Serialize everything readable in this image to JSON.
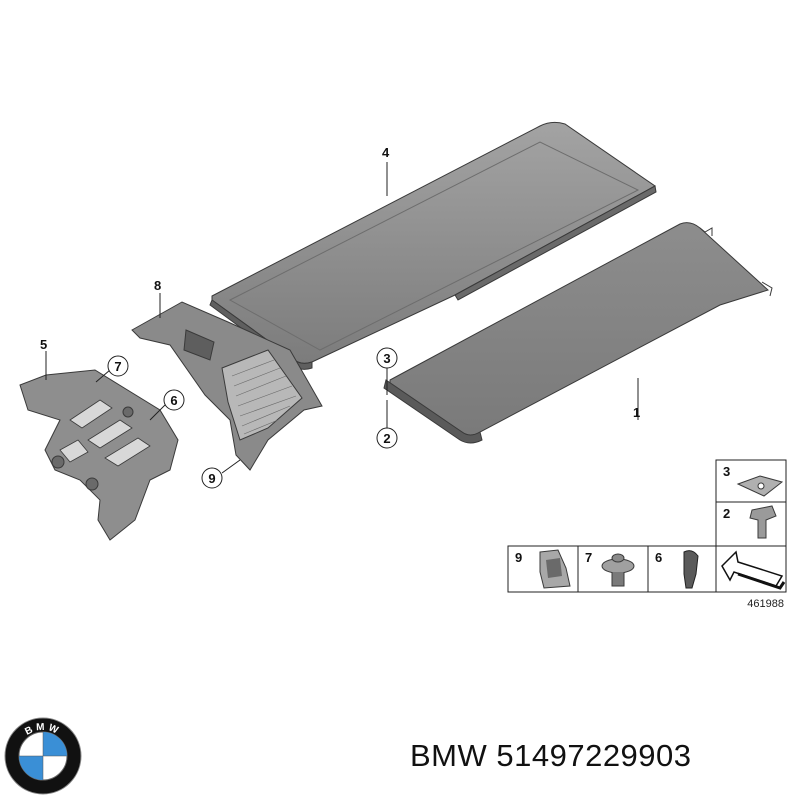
{
  "callouts": {
    "part1": "1",
    "part2": "2",
    "part3": "3",
    "part4": "4",
    "part5": "5",
    "part6": "6",
    "part7": "7",
    "part8": "8",
    "part9": "9"
  },
  "legend": {
    "cell_9": "9",
    "cell_7": "7",
    "cell_6": "6",
    "cell_3": "3",
    "cell_2": "2"
  },
  "diagram_ref": "461988",
  "logo": {
    "letters": "BMW",
    "colors": {
      "blue": "#3a8fd6",
      "white": "#ffffff",
      "ring": "#111111"
    }
  },
  "caption": "BMW 51497229903",
  "colors": {
    "panel": "#8c8c8c",
    "panel_dark": "#6f6f6f",
    "panel_light": "#a8a8a8",
    "outline": "#3a3a3a"
  }
}
